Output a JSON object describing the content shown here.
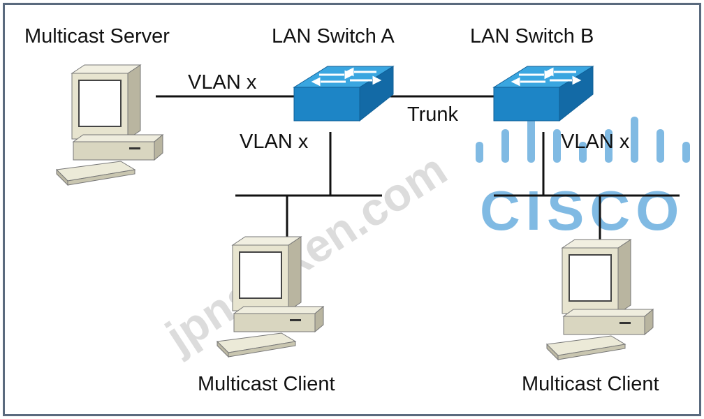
{
  "labels": {
    "multicast_server": "Multicast Server",
    "switch_a": "LAN Switch A",
    "switch_b": "LAN Switch B",
    "vlan_server_link": "VLAN x",
    "vlan_a_segment": "VLAN x",
    "trunk": "Trunk",
    "vlan_b_segment": "VLAN x",
    "client_left": "Multicast Client",
    "client_right": "Multicast Client"
  },
  "watermarks": {
    "site": "jpnshiken.com",
    "brand": "CISCO"
  },
  "colors": {
    "border": "#5a6a7e",
    "switch_top": "#3aa6e0",
    "switch_front": "#1d85c6",
    "switch_side": "#136aa6",
    "computer_body": "#e7e4cf",
    "watermark_gray": "#d0d0d0",
    "cisco_blue": "#6aaede"
  }
}
